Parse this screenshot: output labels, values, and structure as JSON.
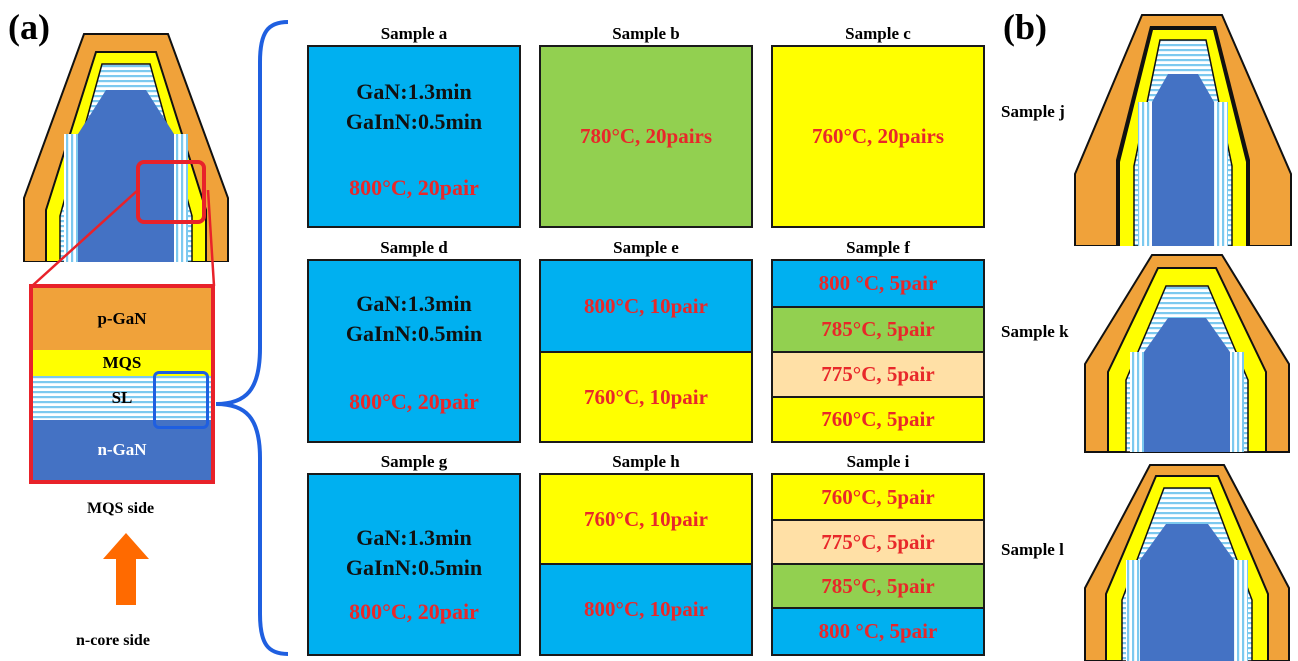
{
  "panels": {
    "a": "(a)",
    "b": "(b)"
  },
  "layers": {
    "p_gan": "p-GaN",
    "mqs": "MQS",
    "sl": "SL",
    "n_gan": "n-GaN"
  },
  "direction": {
    "top": "MQS side",
    "bottom": "n-core side"
  },
  "samples": {
    "a": {
      "title": "Sample a",
      "line1": "GaN:1.3min",
      "line2": "GaInN:0.5min",
      "cond": "800°C, 20pair"
    },
    "b": {
      "title": "Sample b",
      "cond": "780°C, 20pairs"
    },
    "c": {
      "title": "Sample c",
      "cond": "760°C, 20pairs"
    },
    "d": {
      "title": "Sample d",
      "line1": "GaN:1.3min",
      "line2": "GaInN:0.5min",
      "cond": "800°C, 20pair"
    },
    "e": {
      "title": "Sample e",
      "top": "800°C, 10pair",
      "bottom": "760°C, 10pair"
    },
    "f": {
      "title": "Sample f",
      "rows": [
        "800 °C, 5pair",
        "785°C, 5pair",
        "775°C, 5pair",
        "760°C, 5pair"
      ]
    },
    "g": {
      "title": "Sample g",
      "line1": "GaN:1.3min",
      "line2": "GaInN:0.5min",
      "cond": "800°C, 20pair"
    },
    "h": {
      "title": "Sample h",
      "top": "760°C, 10pair",
      "bottom": "800°C, 10pair"
    },
    "i": {
      "title": "Sample i",
      "rows": [
        "760°C, 5pair",
        "775°C, 5pair",
        "785°C, 5pair",
        "800 °C, 5pair"
      ]
    },
    "j": {
      "title": "Sample j"
    },
    "k": {
      "title": "Sample k"
    },
    "l": {
      "title": "Sample l"
    }
  },
  "colors": {
    "blue_box": "#00b0f0",
    "green_box": "#92d050",
    "yellow_box": "#ffff00",
    "peach_box": "#ffe0a6",
    "p_gan": "#f0a23a",
    "mqs": "#ffff00",
    "core_blue": "#4472c4",
    "sl_light": "#b7e3f7",
    "frame_red": "#e8222a",
    "frame_blue": "#1f5fe0",
    "arrow": "#ff6a00",
    "temp_text": "#e8282a"
  }
}
